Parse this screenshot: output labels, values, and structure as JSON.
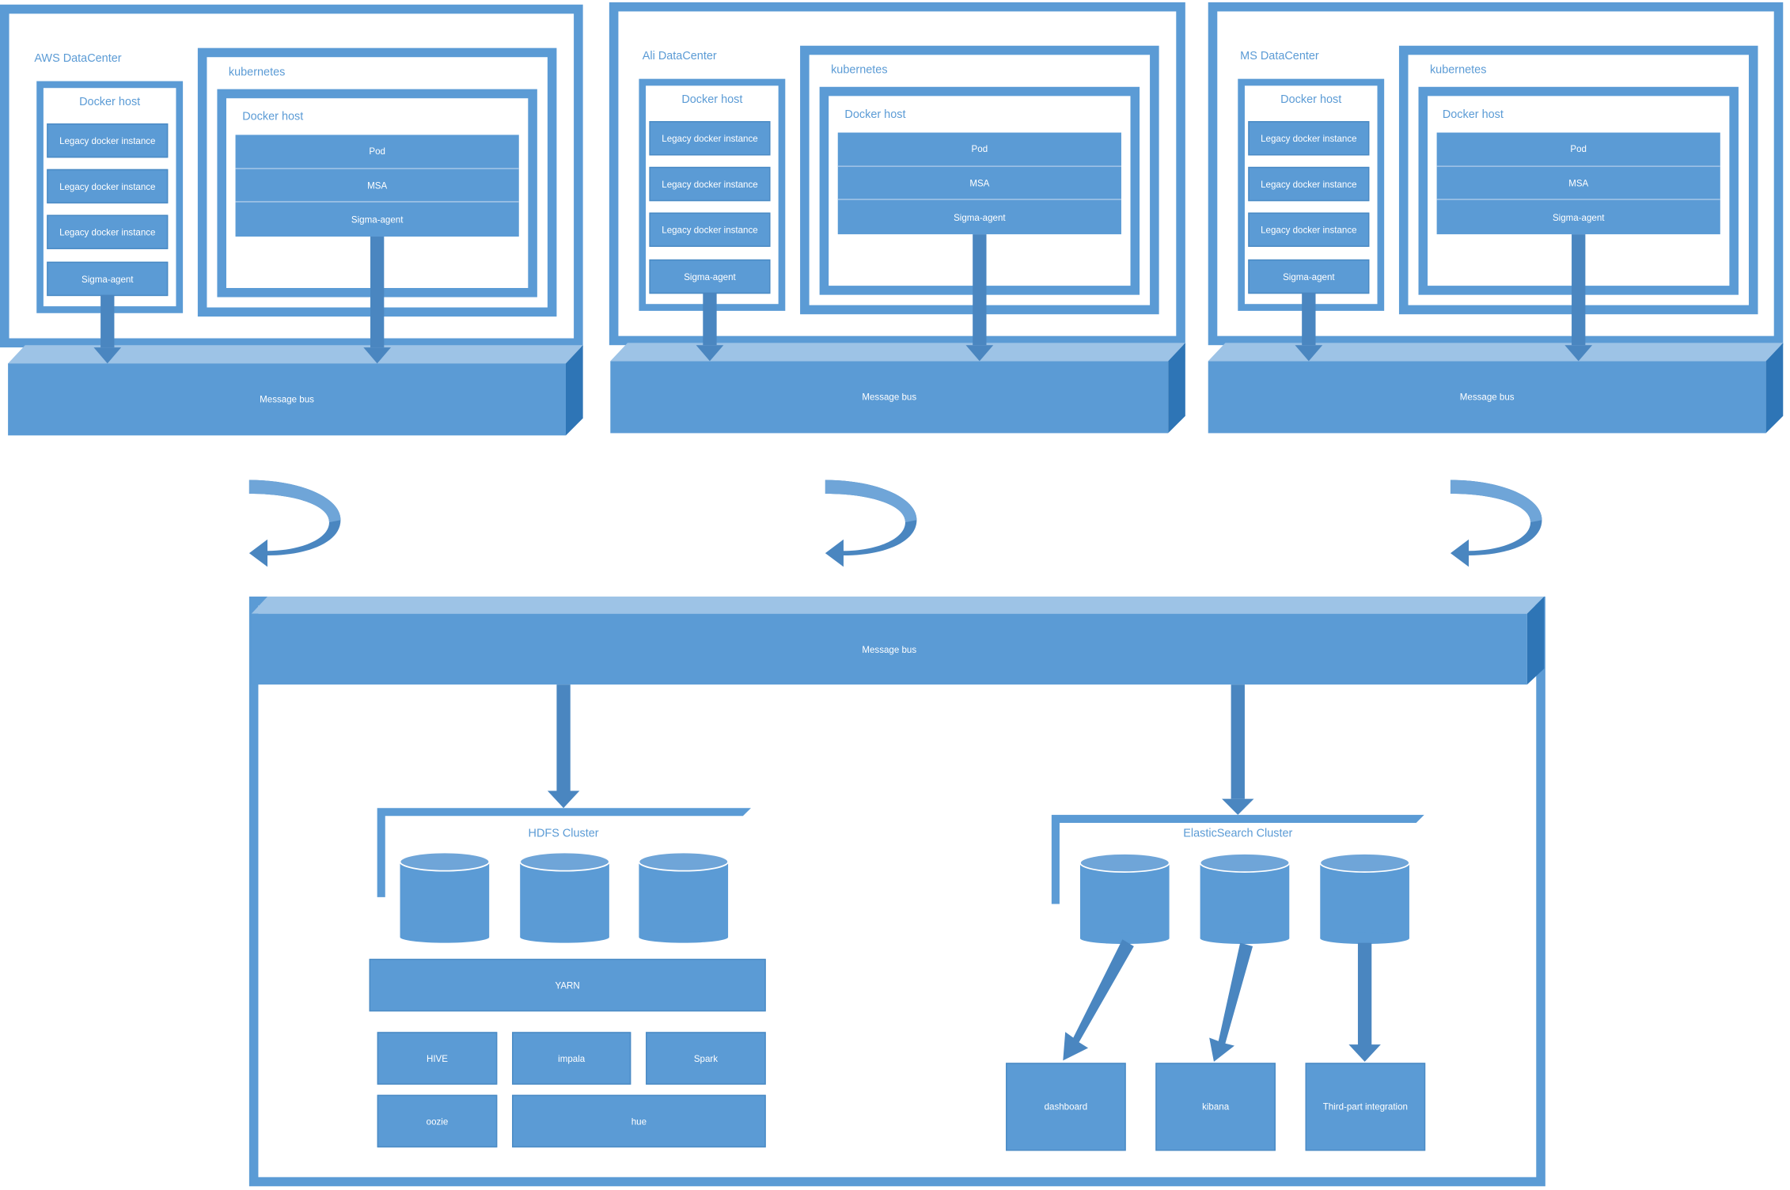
{
  "datacenters": [
    {
      "title": "AWS DataCenter",
      "docker_host": "Docker host",
      "legacy": [
        "Legacy docker instance",
        "Legacy docker instance",
        "Legacy docker instance"
      ],
      "agent": "Sigma-agent",
      "kubernetes": "kubernetes",
      "k8s_docker_host": "Docker host",
      "stack": [
        "Pod",
        "MSA",
        "Sigma-agent"
      ],
      "bus": "Message bus"
    },
    {
      "title": "Ali DataCenter",
      "docker_host": "Docker host",
      "legacy": [
        "Legacy docker instance",
        "Legacy docker instance",
        "Legacy docker instance"
      ],
      "agent": "Sigma-agent",
      "kubernetes": "kubernetes",
      "k8s_docker_host": "Docker host",
      "stack": [
        "Pod",
        "MSA",
        "Sigma-agent"
      ],
      "bus": "Message bus"
    },
    {
      "title": "MS DataCenter",
      "docker_host": "Docker host",
      "legacy": [
        "Legacy docker instance",
        "Legacy docker instance",
        "Legacy docker instance"
      ],
      "agent": "Sigma-agent",
      "kubernetes": "kubernetes",
      "k8s_docker_host": "Docker host",
      "stack": [
        "Pod",
        "MSA",
        "Sigma-agent"
      ],
      "bus": "Message bus"
    }
  ],
  "central": {
    "bus": "Message bus",
    "hdfs": {
      "title": "HDFS Cluster",
      "yarn": "YARN",
      "tools": [
        "HIVE",
        "impala",
        "Spark",
        "oozie",
        "hue"
      ]
    },
    "es": {
      "title": "ElasticSearch Cluster",
      "consumers": [
        "dashboard",
        "kibana",
        "Third-part integration"
      ]
    }
  },
  "colors": {
    "primary": "#5b9bd5",
    "bus_top": "#9dc3e6",
    "bus_side": "#2e75b6",
    "arrow": "#4a86c0"
  }
}
